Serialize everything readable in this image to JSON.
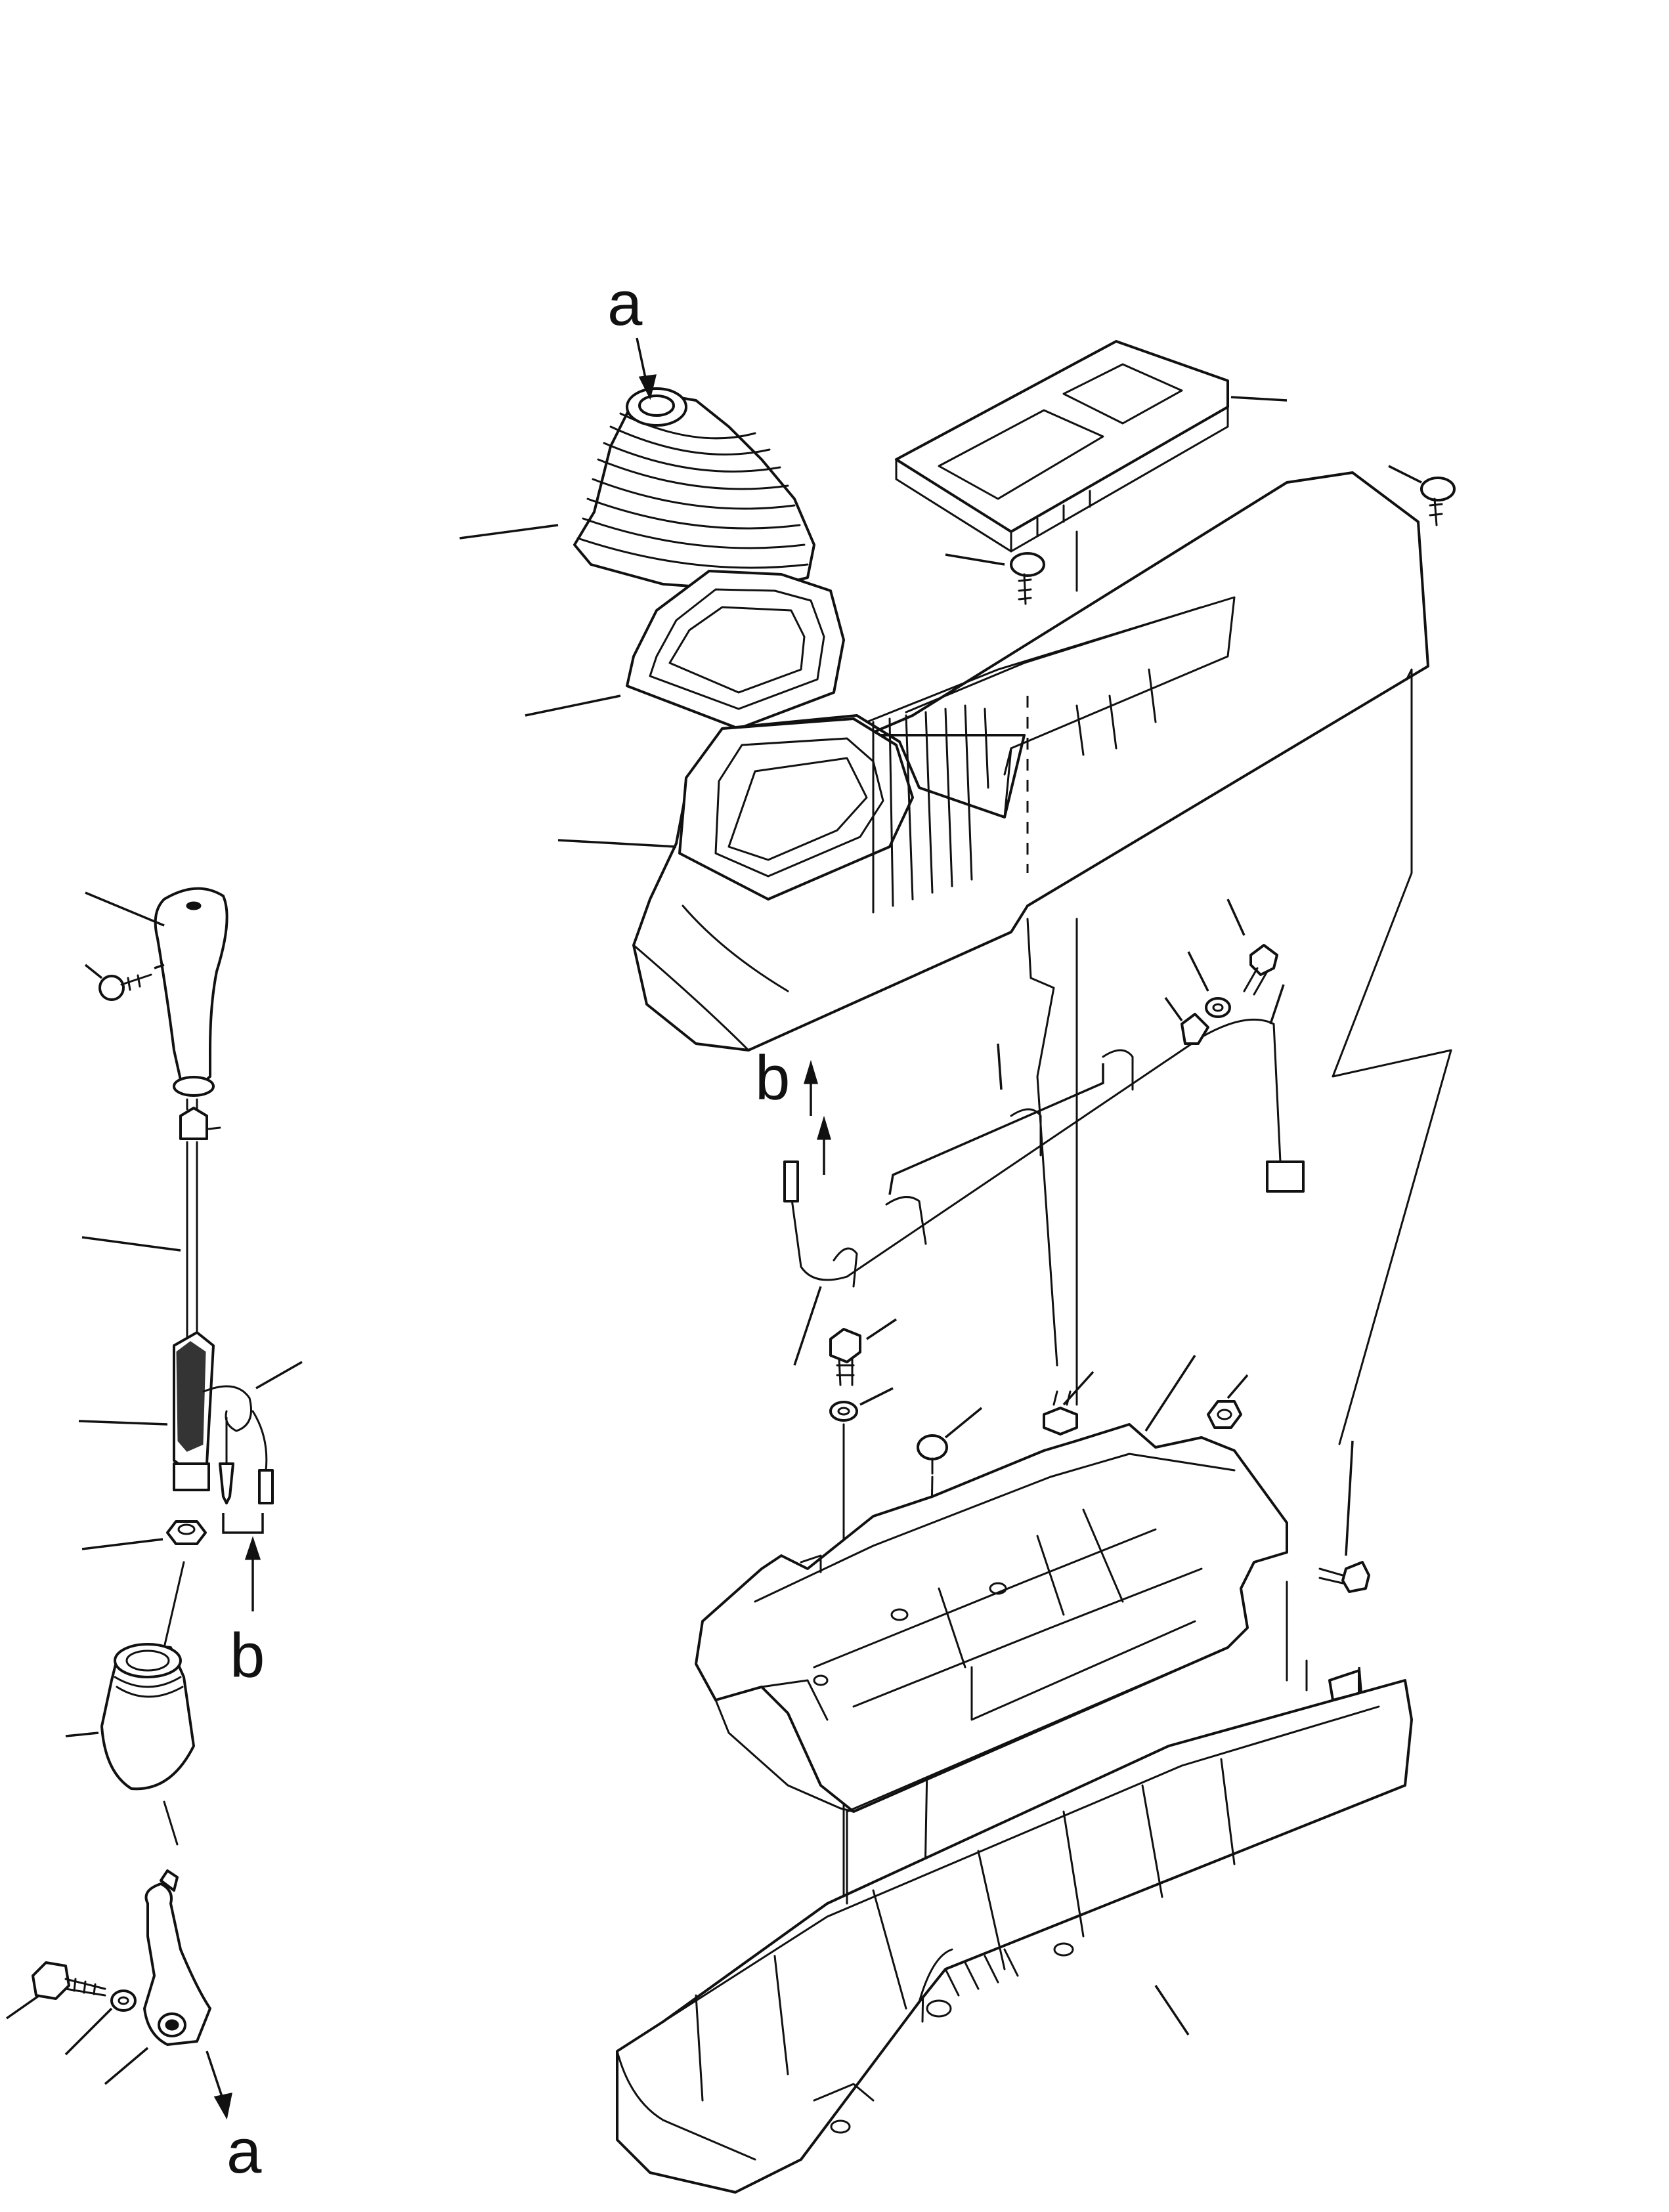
{
  "diagram": {
    "callouts": {
      "a_top": "a",
      "b_mid": "b",
      "b_left": "b",
      "a_bottom": "a"
    }
  },
  "colors": {
    "ink": "#111111",
    "paper": "#ffffff"
  }
}
